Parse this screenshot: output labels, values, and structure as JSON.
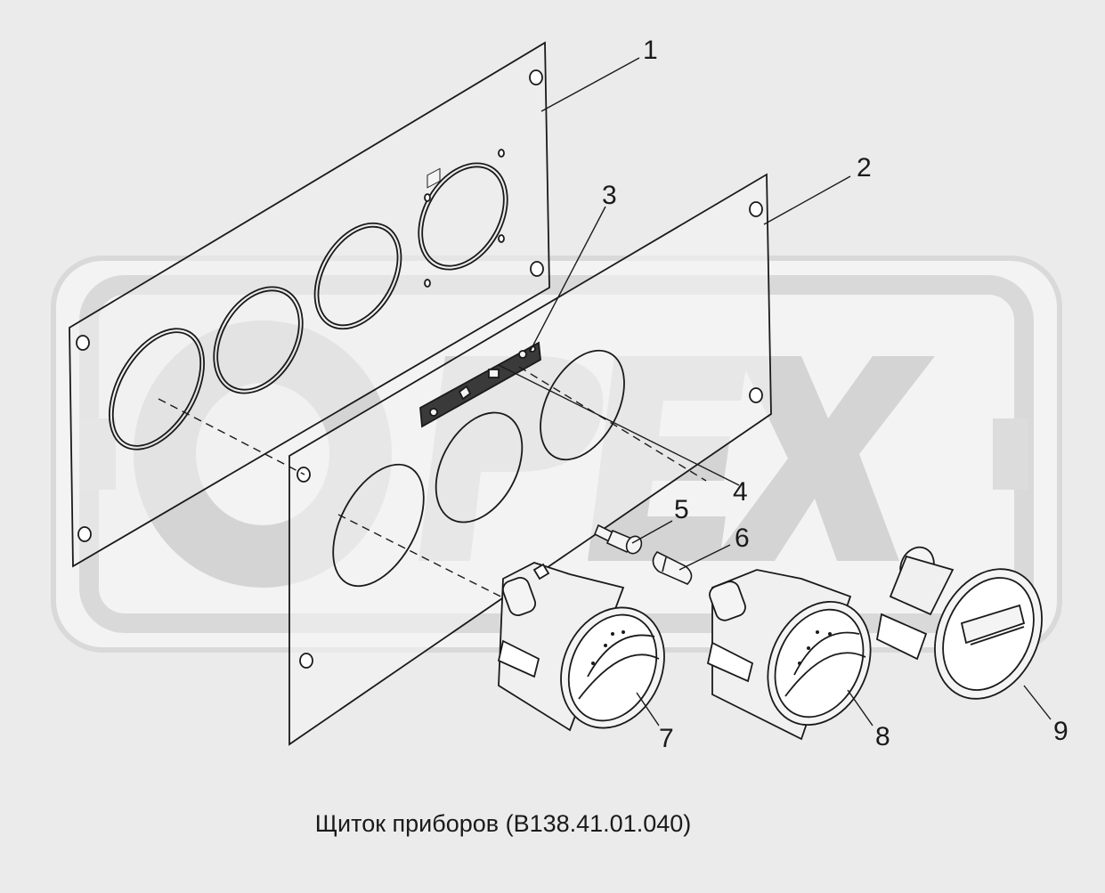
{
  "callouts": {
    "c1": "1",
    "c2": "2",
    "c3": "3",
    "c4": "4",
    "c5": "5",
    "c6": "6",
    "c7": "7",
    "c8": "8",
    "c9": "9"
  },
  "caption": "Щиток приборов (В138.41.01.040)",
  "watermark": {
    "text": "OPEX",
    "color": "#d4d4d4"
  },
  "colors": {
    "background": "#ebebeb",
    "line": "#1a1a1a",
    "panel_fill": "#efefef"
  }
}
